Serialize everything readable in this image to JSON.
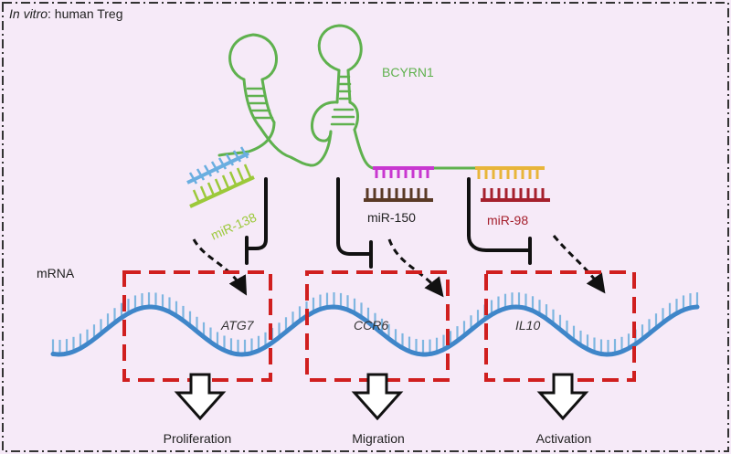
{
  "setting": {
    "italic": "In vitro",
    "rest": ": human Treg"
  },
  "lncrna": {
    "name": "BCYRN1",
    "color": "#5fb14e"
  },
  "mirnas": [
    {
      "name": "miR-138",
      "color": "#9cc93a",
      "partner_color": "#6aaee0"
    },
    {
      "name": "miR-150",
      "color": "#5a3a26",
      "partner_color": "#c837d0"
    },
    {
      "name": "miR-98",
      "color": "#a5202d",
      "partner_color": "#e8b53a"
    }
  ],
  "mrna": {
    "label": "mRNA",
    "color": "#3f86c9",
    "tick_color": "#7fb6e0"
  },
  "genes": [
    "ATG7",
    "CCR6",
    "IL10"
  ],
  "outcomes": [
    "Proliferation",
    "Migration",
    "Activation"
  ],
  "colors": {
    "box": "#d01f1f",
    "inhibit": "#111111",
    "frame": "#333333",
    "background": "#f6eaf8"
  }
}
